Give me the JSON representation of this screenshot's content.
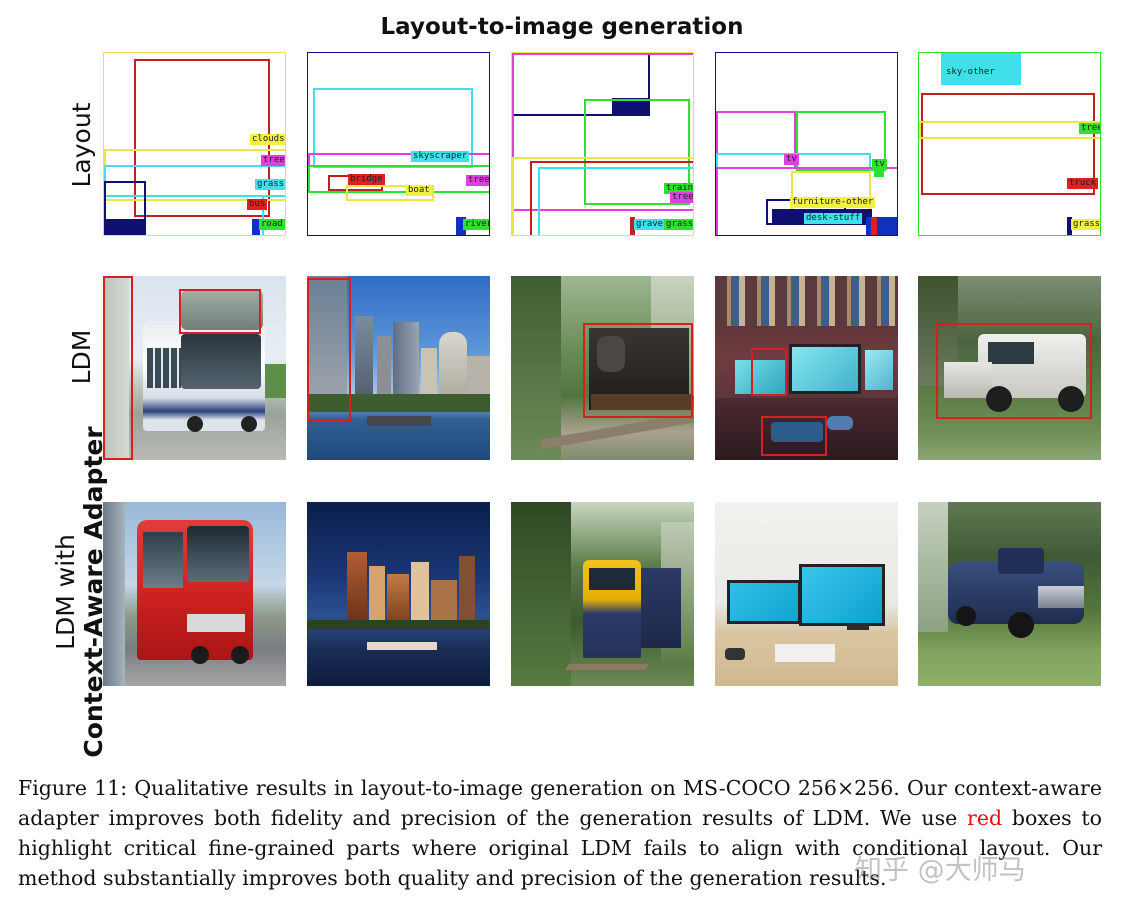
{
  "title": "Layout-to-image generation",
  "row_labels": {
    "layout": "Layout",
    "ldm": "LDM",
    "adapter_line1": "LDM with",
    "adapter_line2": "Context-Aware Adapter"
  },
  "layout_tags": {
    "col1": [
      "clouds",
      "tree",
      "grass",
      "bus",
      "road"
    ],
    "col2": [
      "skyscraper",
      "tree",
      "bridge",
      "boat",
      "river"
    ],
    "col3": [
      "train",
      "tree",
      "gravel",
      "grass"
    ],
    "col4": [
      "tv",
      "tv",
      "furniture-other",
      "desk-stuff"
    ],
    "col5": [
      "sky-other",
      "tree",
      "truck",
      "grass"
    ]
  },
  "caption": {
    "part1": "Figure 11: Qualitative results in layout-to-image generation on MS-COCO 256×256. Our context-aware adapter improves both fidelity and precision of the generation results of LDM. We use ",
    "red_word": "red",
    "part2": " boxes to highlight critical fine-grained parts where original LDM fails to align with conditional layout. Our method substantially improves both quality and precision of the generation results."
  },
  "watermark": "知乎 @大师马",
  "colors": {
    "highlight_red": "#d81e1e",
    "caption_red": "#e01010"
  }
}
